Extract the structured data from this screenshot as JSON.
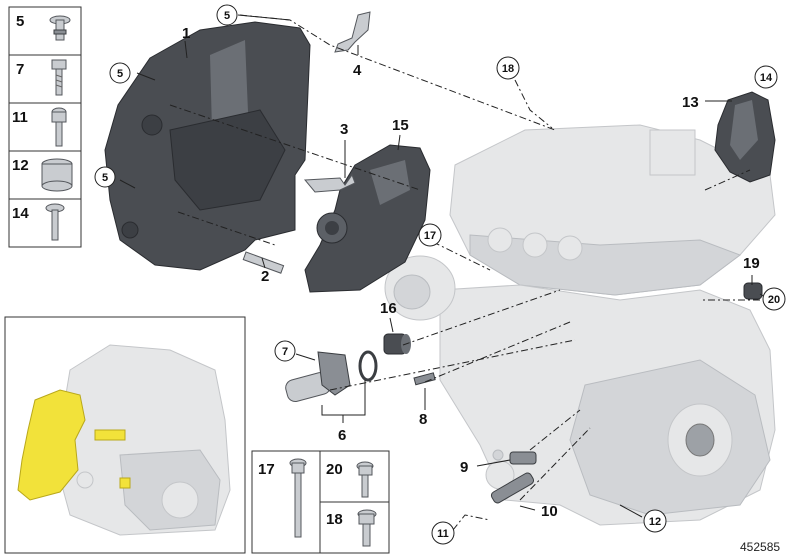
{
  "diagram_id": "452585",
  "callouts": {
    "c1": "1",
    "c2": "2",
    "c3": "3",
    "c4": "4",
    "c5a": "5",
    "c5b": "5",
    "c5c": "5",
    "c6": "6",
    "c7": "7",
    "c8": "8",
    "c9": "9",
    "c10": "10",
    "c11": "11",
    "c12": "12",
    "c13": "13",
    "c14": "14",
    "c15": "15",
    "c16": "16",
    "c17": "17",
    "c18": "18",
    "c19": "19",
    "c20": "20"
  },
  "parts_column": [
    "5",
    "7",
    "11",
    "12",
    "14"
  ],
  "parts_grid": [
    "17",
    "20",
    "18"
  ]
}
